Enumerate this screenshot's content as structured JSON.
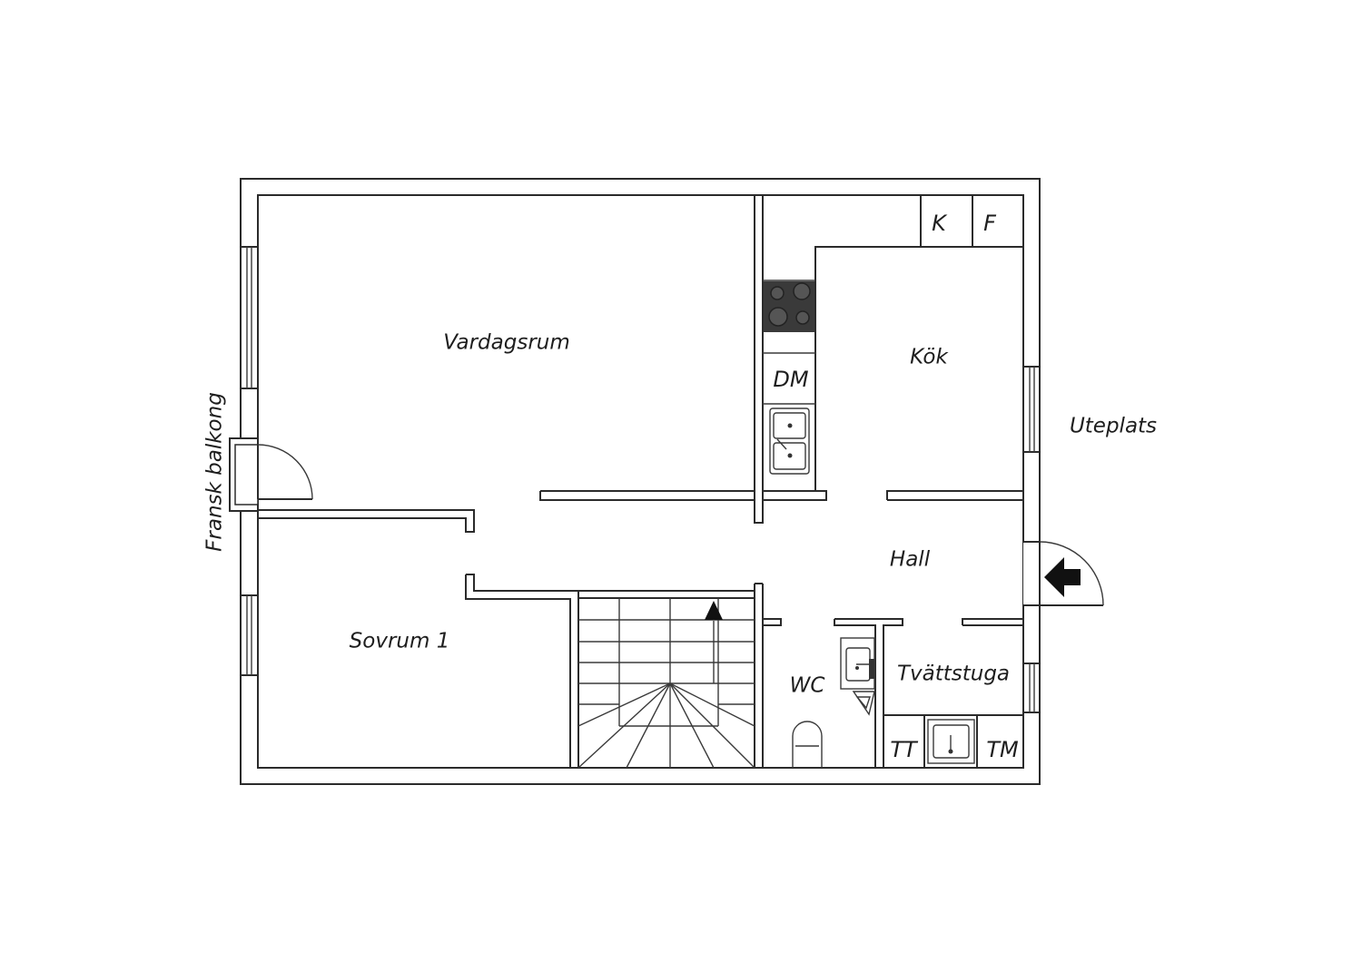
{
  "rooms": {
    "vardagsrum": "Vardagsrum",
    "kok": "Kök",
    "hall": "Hall",
    "sovrum": "Sovrum 1",
    "wc": "WC",
    "tvattstuga": "Tvättstuga"
  },
  "fixtures": {
    "k": "K",
    "f": "F",
    "dm": "DM",
    "tt": "TT",
    "tm": "TM"
  },
  "outside": {
    "uteplats": "Uteplats",
    "fransk_balkong": "Fransk balkong"
  },
  "colors": {
    "line": "#2b2b2b",
    "hob": "#3a3a3a",
    "background": "#ffffff"
  }
}
